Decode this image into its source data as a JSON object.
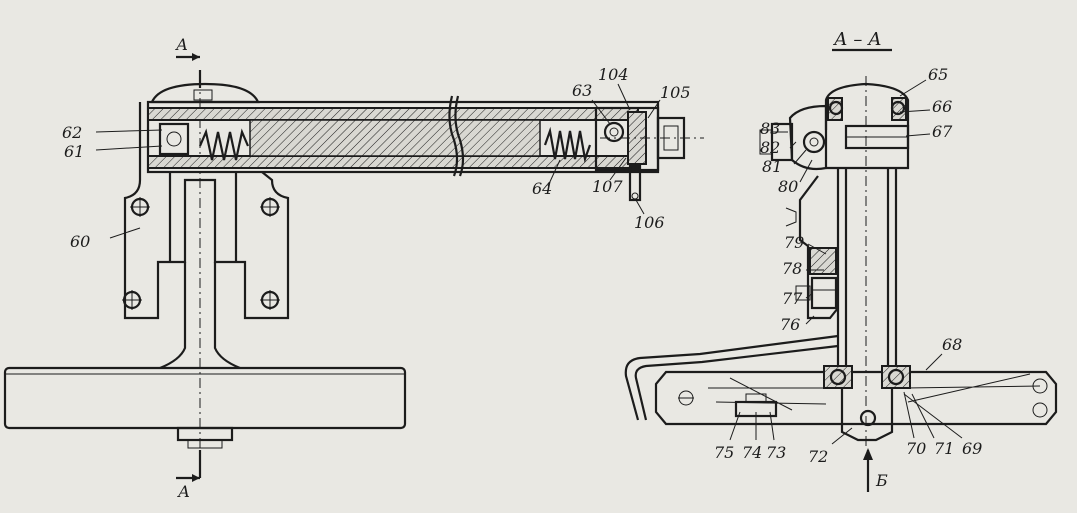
{
  "section_title": "А – А",
  "left_view": {
    "section_mark_top": "А",
    "section_mark_bottom": "А",
    "labels": {
      "l60": "60",
      "l61": "61",
      "l62": "62",
      "l63": "63",
      "l64": "64",
      "l104": "104",
      "l105": "105",
      "l106": "106",
      "l107": "107"
    }
  },
  "right_view": {
    "view_mark": "Б",
    "labels": {
      "l65": "65",
      "l66": "66",
      "l67": "67",
      "l68": "68",
      "l69": "69",
      "l70": "70",
      "l71": "71",
      "l72": "72",
      "l73": "73",
      "l74": "74",
      "l75": "75",
      "l76": "76",
      "l77": "77",
      "l78": "78",
      "l79": "79",
      "l80": "80",
      "l81": "81",
      "l82": "82",
      "l83": "83"
    }
  }
}
